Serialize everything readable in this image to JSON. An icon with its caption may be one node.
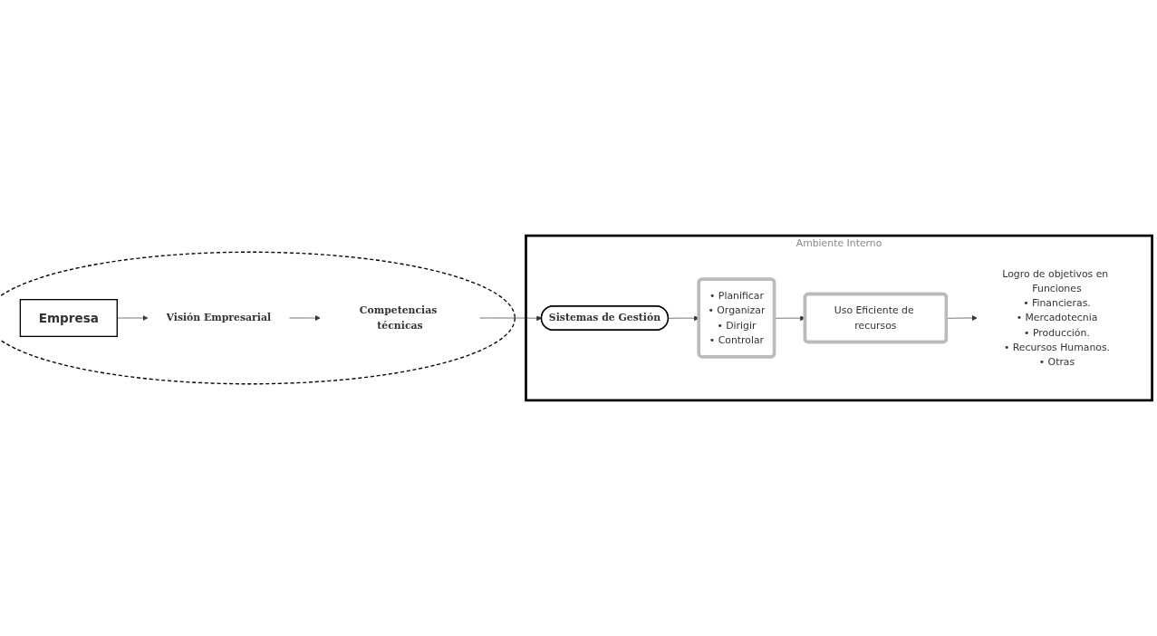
{
  "diagram": {
    "nodes": [
      {
        "text": [],
        "shape": "circle"
      },
      {
        "text": [
          "Empresa"
        ],
        "in": 0
      },
      {
        "text": [
          "Visión Empresarial"
        ],
        "in": 0
      },
      {
        "text": [
          "Competencias técnicas"
        ],
        "in": 0
      },
      {
        "text": [
          "Ambiente Interno"
        ]
      },
      {
        "text": [
          "Sistemas de Gestión"
        ],
        "in": 4
      },
      {
        "text": [
          "• Planificar",
          "• Organizar",
          "• Dirigir",
          "• Controlar"
        ],
        "in": 4
      },
      {
        "text": [
          "Uso Eficiente de recursos"
        ],
        "in": 4
      },
      {
        "text": [
          "Logro de objetivos en Funciones",
          "• Financieras.",
          "• Mercadotecnia",
          "• Producción.",
          "• Recursos Humanos.",
          "• Otras"
        ],
        "in": 4
      }
    ],
    "edges": [
      {
        "from": 1,
        "to": 2,
        "arrow": "to"
      },
      {
        "from": 2,
        "to": 3,
        "arrow": "to"
      },
      {
        "from": 3,
        "to": 5,
        "arrow": "to"
      },
      {
        "from": 5,
        "to": 6,
        "arrow": "to"
      },
      {
        "from": 6,
        "to": 7,
        "arrow": "to"
      },
      {
        "from": 7,
        "to": 8,
        "arrow": "to"
      }
    ]
  }
}
